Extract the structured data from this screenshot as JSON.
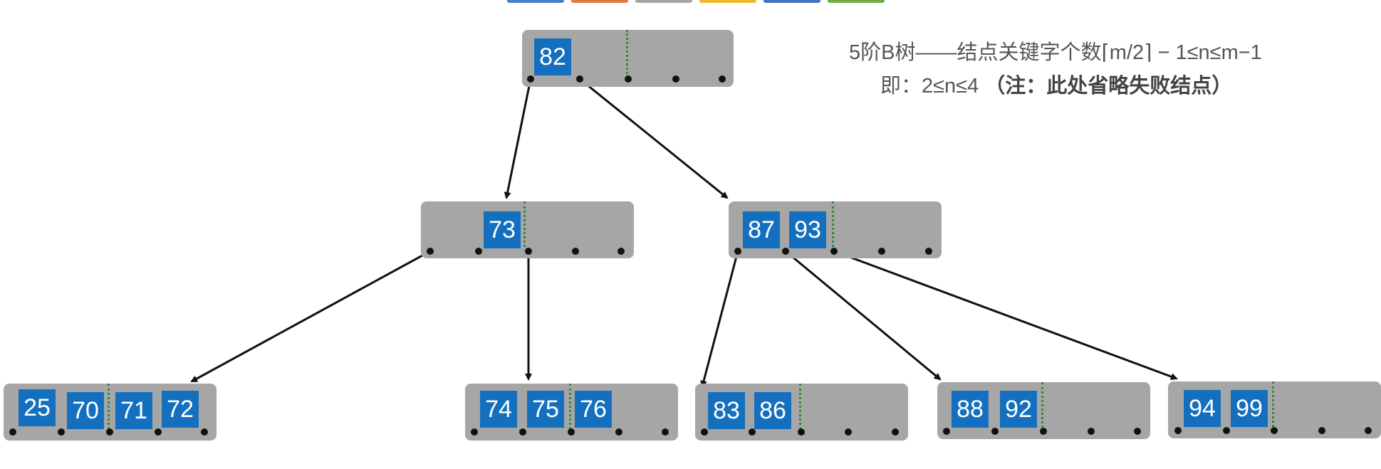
{
  "palette": {
    "node_fill": "#a6a6a6",
    "key_fill": "#1470be",
    "key_text": "#ffffff",
    "separator": "#2e8b3a",
    "edge": "#111111"
  },
  "toolbar_swatches": [
    "#4a7fc1",
    "#e3793b",
    "#a5a5a5",
    "#f2b731",
    "#4472c4",
    "#70ad47"
  ],
  "note": {
    "line1": "5阶B树——结点关键字个数⌈m/2⌉ − 1≤n≤m−1",
    "line2_prefix": "即：2≤n≤4",
    "line2_bold": "（注：此处省略失败结点）"
  },
  "tree": {
    "root": {
      "keys": [
        "82"
      ]
    },
    "level1": [
      {
        "keys": [
          "73"
        ]
      },
      {
        "keys": [
          "87",
          "93"
        ]
      }
    ],
    "leaves": [
      {
        "keys": [
          "25",
          "70",
          "71",
          "72"
        ]
      },
      {
        "keys": [
          "74",
          "75",
          "76"
        ]
      },
      {
        "keys": [
          "83",
          "86"
        ]
      },
      {
        "keys": [
          "88",
          "92"
        ]
      },
      {
        "keys": [
          "94",
          "99"
        ]
      }
    ]
  }
}
